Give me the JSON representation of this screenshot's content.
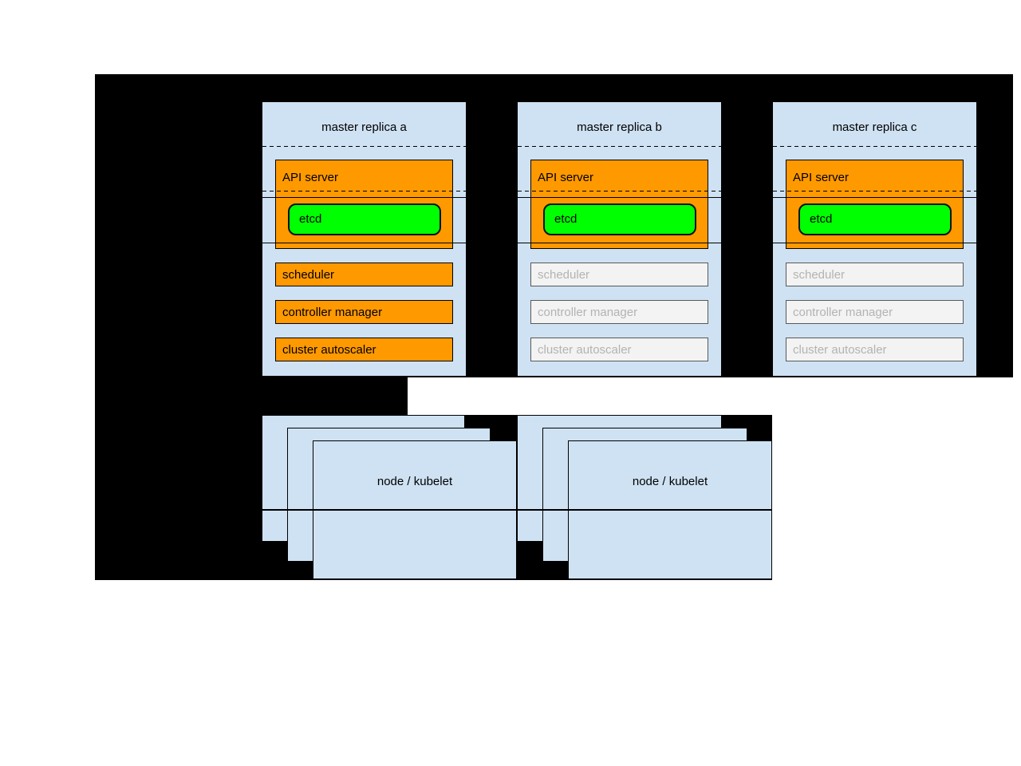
{
  "replicas": [
    {
      "title": "master replica a",
      "api_server_label": "API server",
      "etcd_label": "etcd",
      "components": [
        {
          "label": "scheduler",
          "state": "active"
        },
        {
          "label": "controller manager",
          "state": "active"
        },
        {
          "label": "cluster autoscaler",
          "state": "active"
        }
      ]
    },
    {
      "title": "master replica b",
      "api_server_label": "API server",
      "etcd_label": "etcd",
      "components": [
        {
          "label": "scheduler",
          "state": "inactive"
        },
        {
          "label": "controller manager",
          "state": "inactive"
        },
        {
          "label": "cluster autoscaler",
          "state": "inactive"
        }
      ]
    },
    {
      "title": "master replica c",
      "api_server_label": "API server",
      "etcd_label": "etcd",
      "components": [
        {
          "label": "scheduler",
          "state": "inactive"
        },
        {
          "label": "controller manager",
          "state": "inactive"
        },
        {
          "label": "cluster autoscaler",
          "state": "inactive"
        }
      ]
    }
  ],
  "node_groups": [
    {
      "label": "node / kubelet",
      "stack_count": 3
    },
    {
      "label": "node / kubelet",
      "stack_count": 3
    }
  ],
  "colors": {
    "background": "#000000",
    "box_blue": "#cfe2f3",
    "active_orange": "#ff9900",
    "etcd_green": "#00ff00",
    "inactive_fill": "#f3f3f3",
    "inactive_border": "#595959",
    "inactive_text": "#b3b3b3"
  }
}
